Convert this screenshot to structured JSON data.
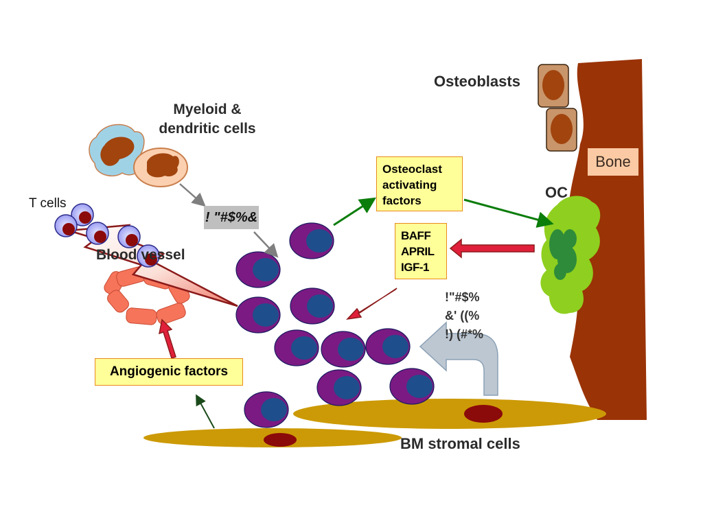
{
  "labels": {
    "osteoblasts": "Osteoblasts",
    "myeloid_line1": "Myeloid &",
    "myeloid_line2": "dendritic cells",
    "t_cells": "T cells",
    "blood_vessel": "Blood vessel",
    "oc": "OC",
    "bone": "Bone",
    "bm_stromal": "BM stromal cells"
  },
  "boxes": {
    "osteoclast_factors": [
      "Osteoclast",
      "activating",
      "factors"
    ],
    "baff_box": [
      "BAFF",
      "APRIL",
      "IGF-1"
    ],
    "angiogenic": "Angiogenic factors",
    "myeloid_factor": "! \"#$%&"
  },
  "garbled_text": [
    "!\"#$%",
    "&' ((%",
    "!) (#*%"
  ],
  "colors": {
    "bone": "#9a3306",
    "myeloma_outer": "#7b1a82",
    "myeloma_inner": "#1f4e8c",
    "stromal": "#cc9a06",
    "stromal_nucleus": "#8b0a0a",
    "oc_cell": "#8fcf1f",
    "oc_nuclei": "#2e8b3a",
    "yellow_box": "#ffff99",
    "red_arrow": "#e0203a",
    "green_arrow": "#0b7d0b"
  }
}
